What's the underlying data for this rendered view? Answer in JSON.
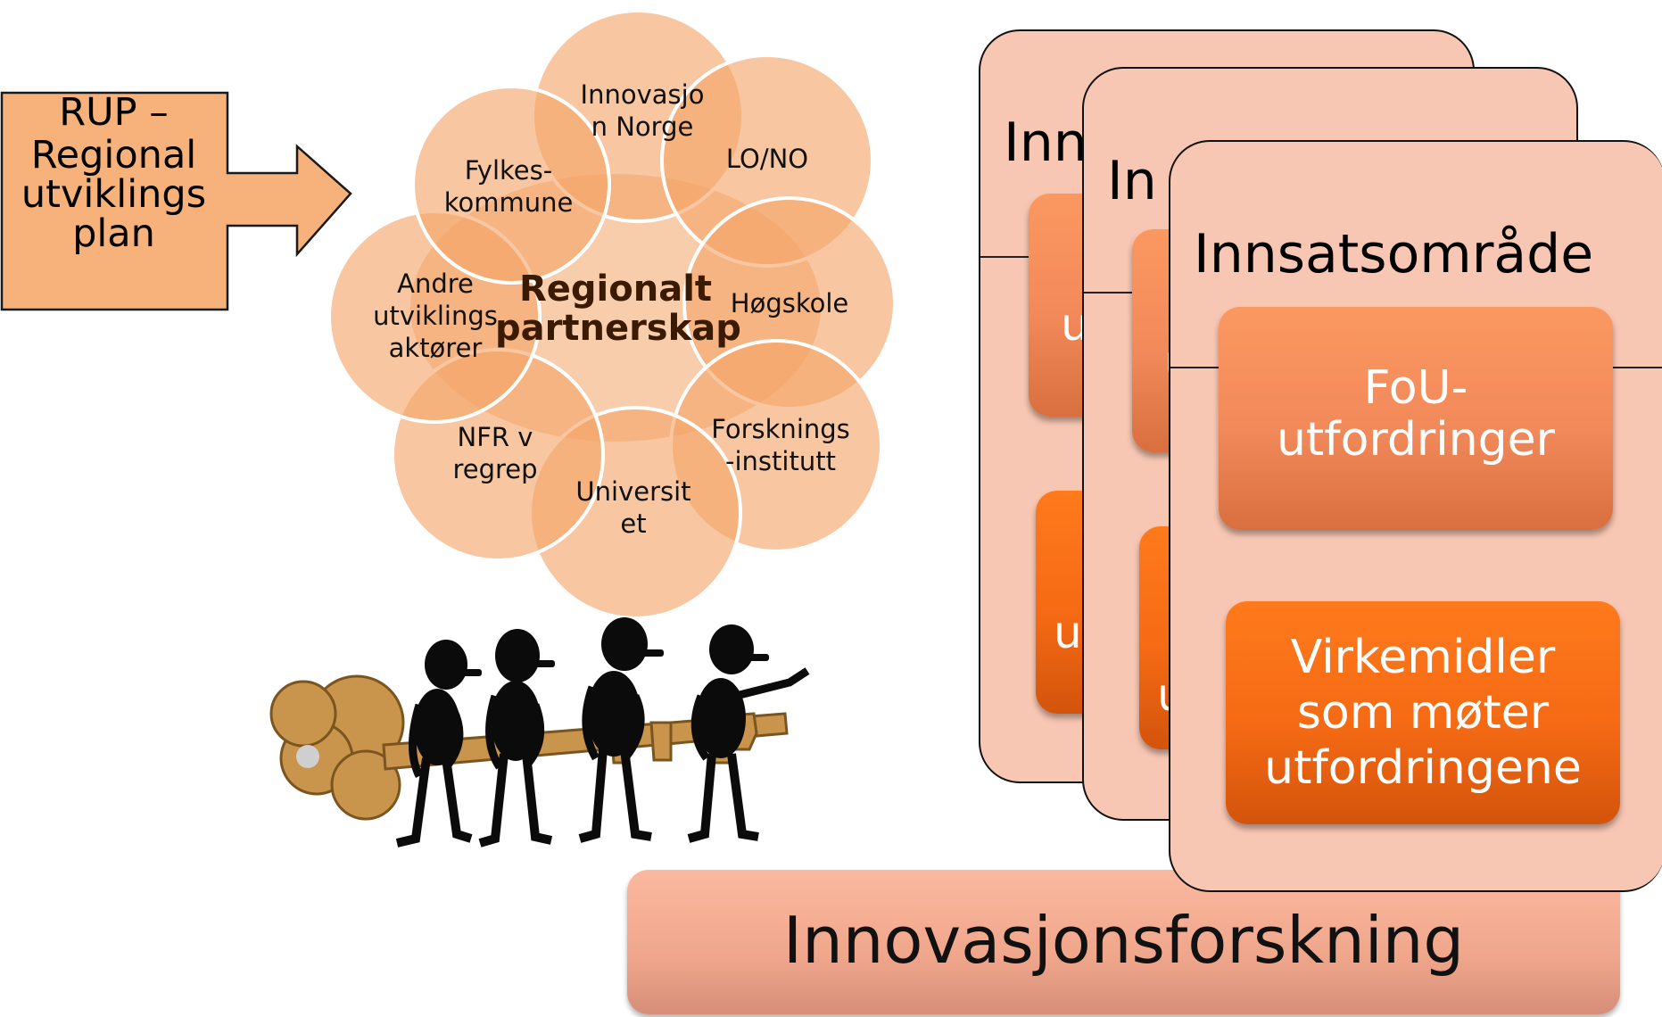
{
  "rup": {
    "line1": "RUP –",
    "line2": "Regional",
    "line3": "utviklings",
    "line4": "plan"
  },
  "partnership": {
    "center_line1": "Regionalt",
    "center_line2": "partnerskap",
    "circles": [
      {
        "line1": "Innovasjo",
        "line2": "n Norge"
      },
      {
        "line1": "LO/NO",
        "line2": ""
      },
      {
        "line1": "Høgskole",
        "line2": ""
      },
      {
        "line1": "Forsknings",
        "line2": "-institutt"
      },
      {
        "line1": "Universit",
        "line2": "et"
      },
      {
        "line1": "NFR v",
        "line2": "regrep"
      },
      {
        "line1": "Andre",
        "line2": "utviklings",
        "line3": "aktører"
      },
      {
        "line1": "Fylkes-",
        "line2": "kommune"
      }
    ]
  },
  "cards": {
    "back": {
      "title_partial": "Inn",
      "fou_partial": "u",
      "virk_partial": "u"
    },
    "middle": {
      "title_partial": "In",
      "fou_partial": "u",
      "virk_partial": "u"
    },
    "front": {
      "title": "Innsatsområde",
      "fou_line1": "FoU-",
      "fou_line2": "utfordringer",
      "virk_line1": "Virkemidler",
      "virk_line2": "som møter",
      "virk_line3": "utfordringene"
    }
  },
  "bottom": {
    "label": "Innovasjonsforskning"
  },
  "colors": {
    "arrow_fill": "#f7b27c",
    "circle_fill": "#f3a468",
    "card_fill": "#f8c7b3",
    "fou_box": "#f2895a",
    "virk_box": "#f56a14",
    "key_fill": "#c9944c"
  }
}
